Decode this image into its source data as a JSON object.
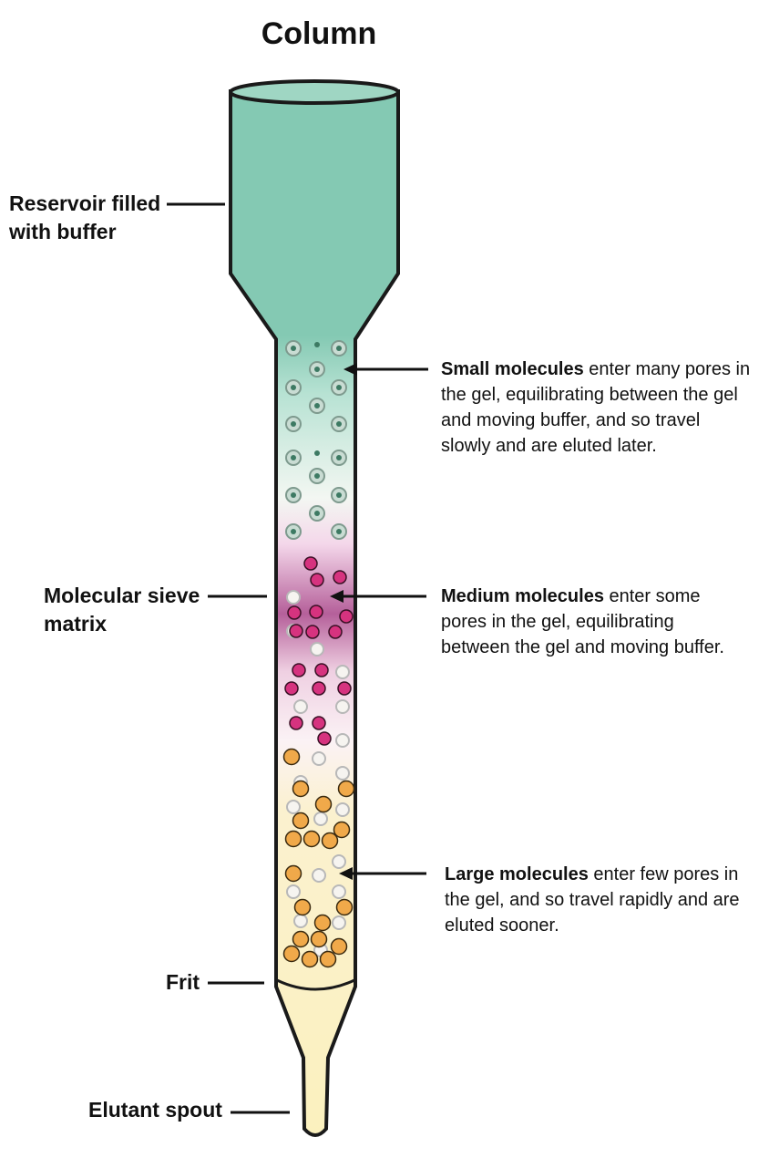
{
  "title": "Column",
  "labels": {
    "reservoir": [
      "Reservoir filled",
      "with buffer"
    ],
    "sieve": [
      "Molecular sieve",
      "matrix"
    ],
    "frit": "Frit",
    "spout": "Elutant spout"
  },
  "descriptions": {
    "small": {
      "bold": "Small molecules",
      "text": " enter many pores in the gel, equilibrating between the gel and moving buffer, and so travel slowly and are eluted later."
    },
    "medium": {
      "bold": "Medium molecules",
      "text": " enter some pores in the gel, equilibrating between the gel and moving buffer."
    },
    "large": {
      "bold": "Large molecules",
      "text": " enter few pores in the gel, and so travel rapidly and are eluted sooner."
    }
  },
  "colors": {
    "buffer": "#84c9b3",
    "medium": "#d6337f",
    "large": "#f0a94a",
    "eluate": "#fbf1bd"
  }
}
